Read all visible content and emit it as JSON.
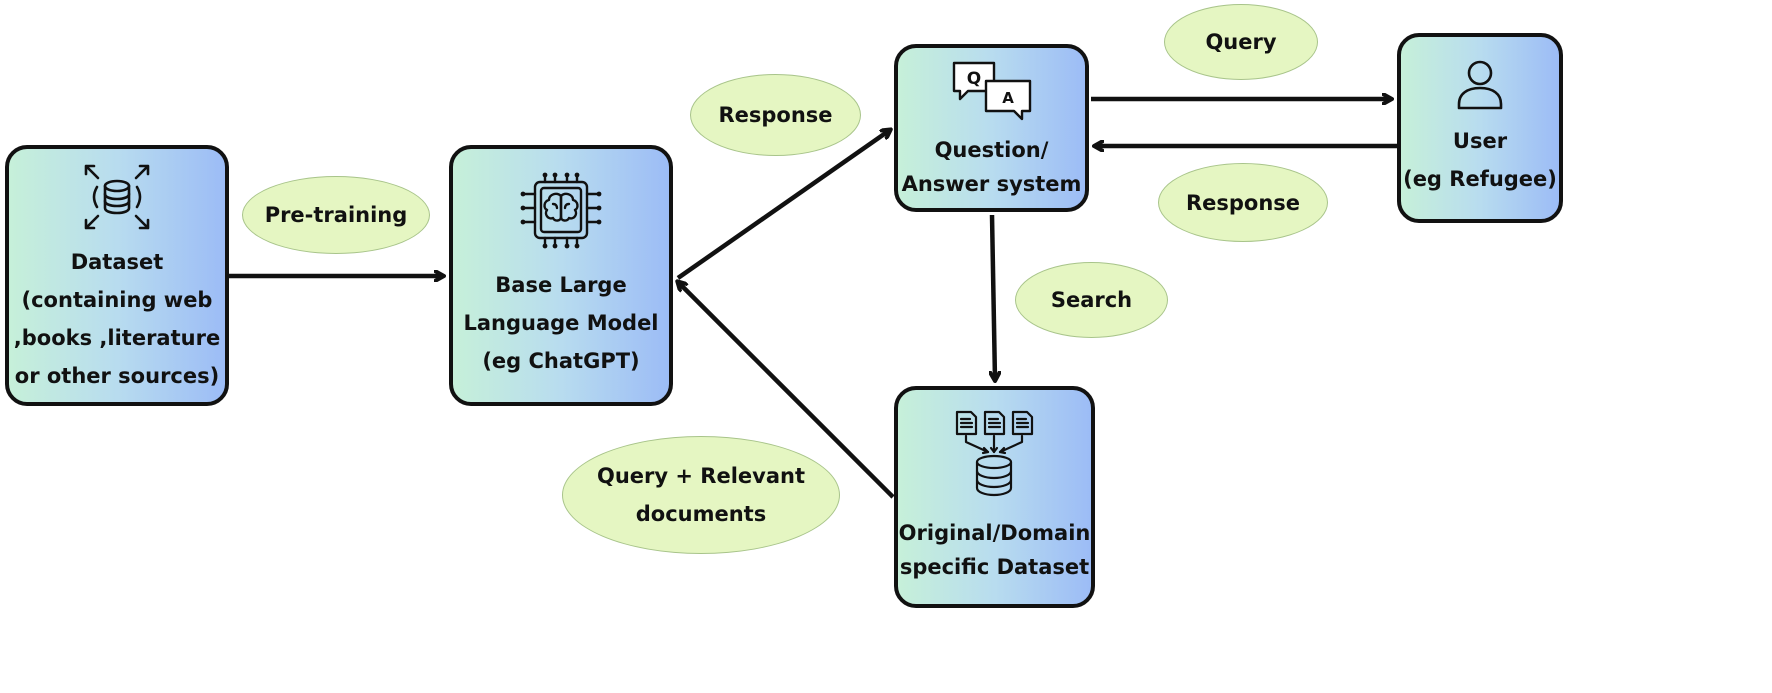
{
  "nodes": {
    "dataset": {
      "lines": [
        "Dataset",
        "(containing web",
        ",books ,literature",
        "or other sources)"
      ],
      "icon": "database-expand-icon"
    },
    "llm": {
      "lines": [
        "Base Large",
        "Language Model",
        "(eg ChatGPT)"
      ],
      "icon": "brain-chip-icon"
    },
    "qa": {
      "lines": [
        "Question/",
        "Answer system"
      ],
      "icon": "qa-chat-icon"
    },
    "user": {
      "lines": [
        "User",
        "(eg Refugee)"
      ],
      "icon": "user-icon"
    },
    "domain": {
      "lines": [
        "Original/Domain",
        "specific Dataset"
      ],
      "icon": "documents-to-database-icon"
    }
  },
  "edges": {
    "pretraining": [
      "Pre-training"
    ],
    "response_llm": [
      "Response"
    ],
    "query_user": [
      "Query"
    ],
    "response_user": [
      "Response"
    ],
    "search": [
      "Search"
    ],
    "query_docs": [
      "Query + Relevant",
      "documents"
    ]
  },
  "colors": {
    "box_border": "#111111",
    "bubble_fill": "#e5f6c2",
    "gradient_left": "#c6f0d9",
    "gradient_right": "#9cbcf6"
  }
}
